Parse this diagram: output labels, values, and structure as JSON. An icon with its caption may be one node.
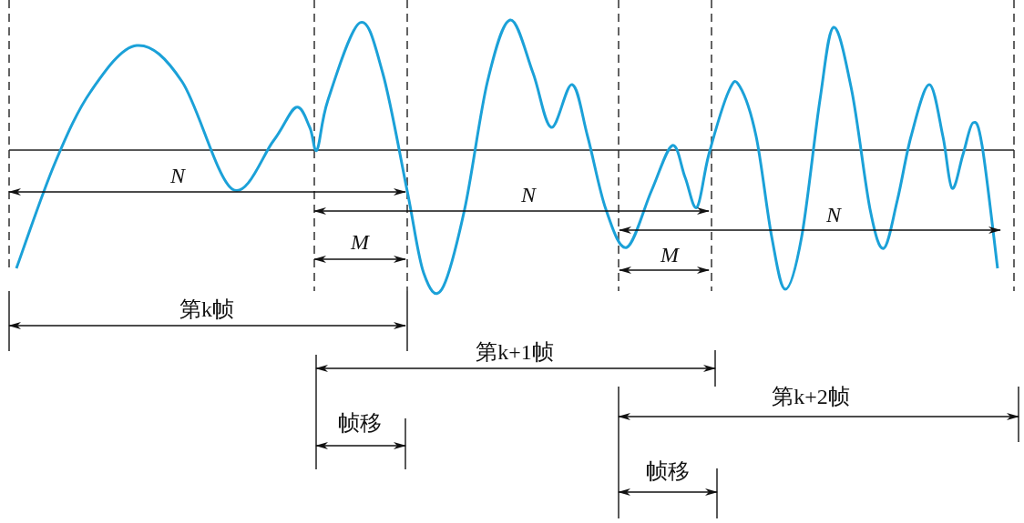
{
  "diagram": {
    "labels": [
      "N",
      "N",
      "N",
      "M",
      "M",
      "第k帧",
      "第k+1帧",
      "第k+2帧",
      "帧移",
      "帧移"
    ]
  }
}
